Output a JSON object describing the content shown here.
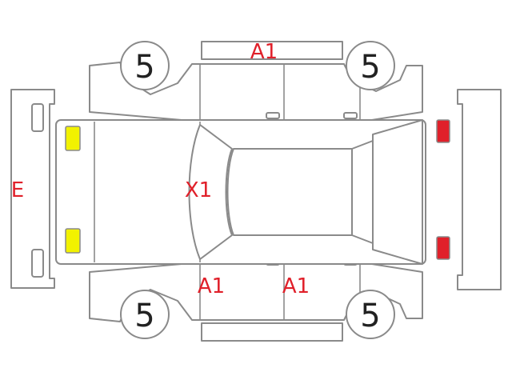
{
  "colors": {
    "line": "#8a8a8a",
    "code_red": "#e0202a",
    "front_lamp": "#f2f200",
    "rear_lamp": "#e0202a"
  },
  "tires": {
    "front_left": "5",
    "rear_left": "5",
    "front_right": "5",
    "rear_right": "5"
  },
  "codes": {
    "right_doors": "A1",
    "front_bumper": "E",
    "hood": "X1",
    "front_left_door": "A1",
    "rear_left_door": "A1"
  }
}
